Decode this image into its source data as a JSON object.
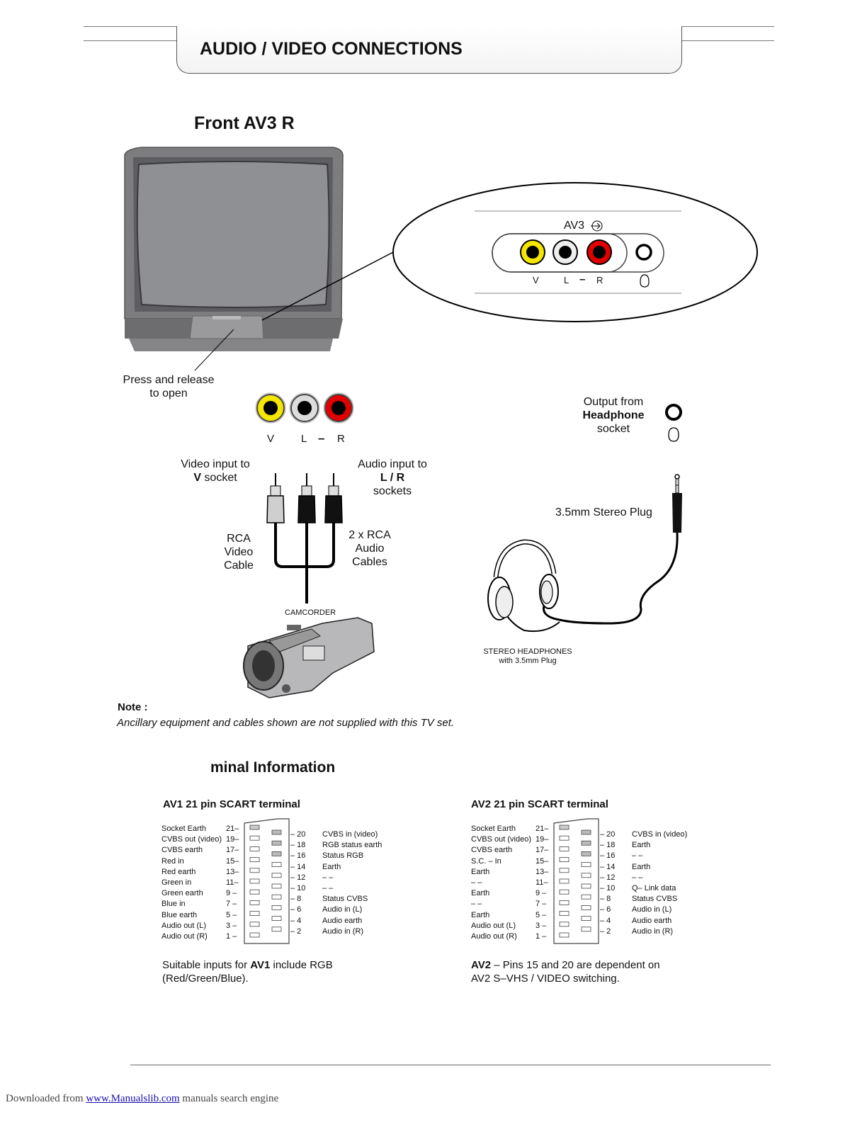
{
  "header": {
    "title": "AUDIO / VIDEO CONNECTIONS"
  },
  "front": {
    "title": "Front AV3 R",
    "panel": {
      "label": "AV3",
      "letters": [
        "V",
        "L",
        "–",
        "R"
      ]
    },
    "press_release": [
      "Press and release",
      "to open"
    ],
    "socket_letters": [
      "V",
      "L",
      "–",
      "R"
    ],
    "output_headphone": {
      "line1": "Output from",
      "line2": "Headphone",
      "line3": "socket"
    },
    "video_input": {
      "line1": "Video input to",
      "bold": "V",
      "rest": " socket"
    },
    "audio_input": {
      "line1": "Audio input to",
      "bold": "L / R",
      "line3": "sockets"
    },
    "rca_video": [
      "RCA",
      "Video",
      "Cable"
    ],
    "rca_audio": [
      "2 x RCA",
      "Audio",
      "Cables"
    ],
    "stereo_plug": "3.5mm Stereo Plug",
    "camcorder": "CAMCORDER",
    "headphones": [
      "STEREO HEADPHONES",
      "with 3.5mm Plug"
    ]
  },
  "note": {
    "heading": "Note :",
    "text": "Ancillary equipment and cables shown are not supplied with this TV set."
  },
  "terminal": {
    "title": "minal Information",
    "av1": {
      "title": "AV1 21 pin SCART terminal",
      "left": [
        "Socket Earth",
        "CVBS out (video)",
        "CVBS earth",
        "Red in",
        "Red earth",
        "Green in",
        "Green earth",
        "Blue in",
        "Blue earth",
        "Audio out (L)",
        "Audio out (R)"
      ],
      "left_nums": [
        "21–",
        "19–",
        "17–",
        "15–",
        "13–",
        "11–",
        "9  –",
        "7  –",
        "5  –",
        "3  –",
        "1  –"
      ],
      "right_nums": [
        "–  20",
        "–  18",
        "–  16",
        "–  14",
        "–  12",
        "–  10",
        "–  8",
        "–  6",
        "–  4",
        "–  2"
      ],
      "right": [
        "CVBS in (video)",
        "RGB status earth",
        "Status RGB",
        "Earth",
        "– –",
        "– –",
        "Status CVBS",
        "Audio in (L)",
        "Audio earth",
        "Audio in (R)"
      ],
      "note_pre": "Suitable inputs for ",
      "note_bold": "AV1",
      "note_post": " include RGB",
      "note_line2": "(Red/Green/Blue)."
    },
    "av2": {
      "title": "AV2 21 pin SCART terminal",
      "left": [
        "Socket Earth",
        "CVBS out (video)",
        "CVBS earth",
        "S.C. –  In",
        "Earth",
        "– –",
        "Earth",
        "– –",
        "Earth",
        "Audio out (L)",
        "Audio out (R)"
      ],
      "left_nums": [
        "21–",
        "19–",
        "17–",
        "15–",
        "13–",
        "11–",
        "9  –",
        "7  –",
        "5  –",
        "3  –",
        "1  –"
      ],
      "right_nums": [
        "–  20",
        "–  18",
        "–  16",
        "–  14",
        "–  12",
        "–  10",
        "–  8",
        "–  6",
        "–  4",
        "–  2"
      ],
      "right": [
        "CVBS in (video)",
        "Earth",
        "– –",
        "Earth",
        "– –",
        "Q– Link data",
        "Status CVBS",
        "Audio in (L)",
        "Audio earth",
        "Audio in (R)"
      ],
      "note_bold": "AV2",
      "note_post": "  –  Pins 15 and 20 are dependent on",
      "note_line2": "AV2 S–VHS / VIDEO switching."
    }
  },
  "footer": {
    "prefix": "Downloaded from ",
    "link": "www.Manualslib.com",
    "suffix": " manuals search engine"
  },
  "colors": {
    "yellow": "#f5e600",
    "red": "#e00000",
    "text": "#111111"
  }
}
